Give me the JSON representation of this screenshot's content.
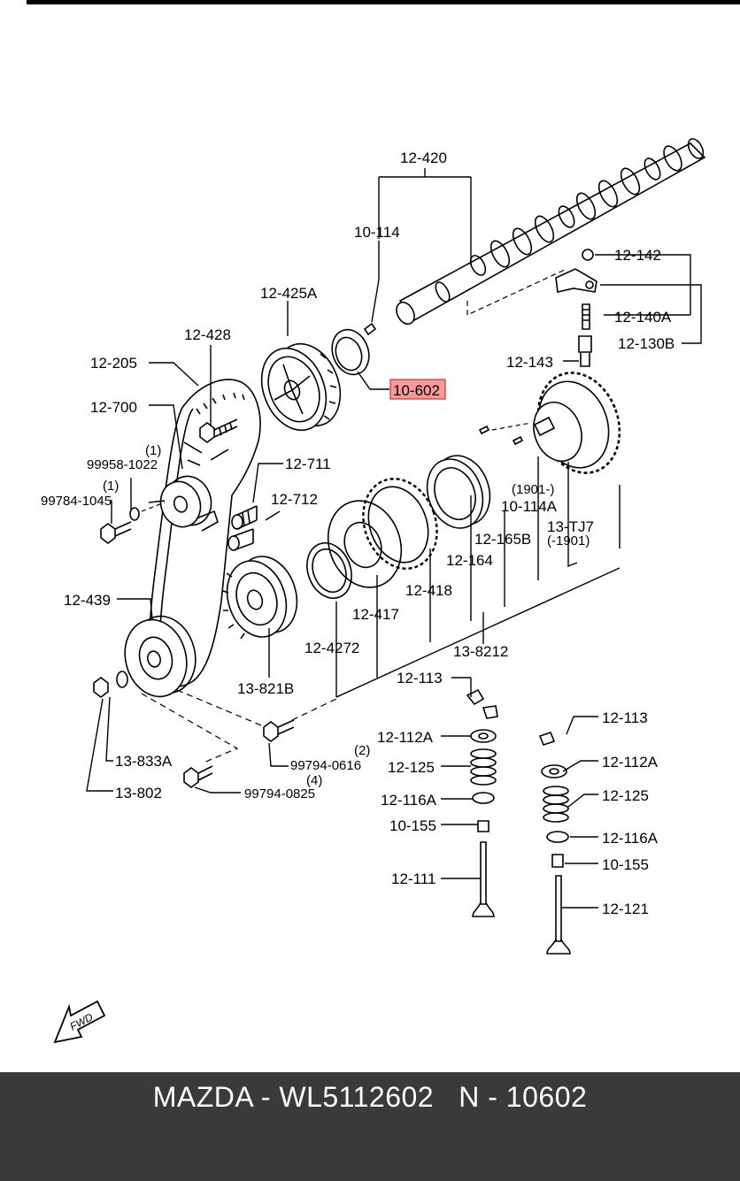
{
  "colors": {
    "highlight_fill": "#f59a9a",
    "highlight_stroke": "#d23030",
    "footer_bg": "#3a3a3a",
    "footer_text": "#ffffff"
  },
  "footer": {
    "title": "MAZDA - WL5112602   N - 10602"
  },
  "icons": {
    "fwd": "fwd-arrow-icon"
  },
  "fwd_label": "FWD",
  "labels": {
    "p12_420": "12-420",
    "p10_114": "10-114",
    "p12_142": "12-142",
    "p12_425a": "12-425A",
    "p12_140a": "12-140A",
    "p12_130b": "12-130B",
    "p12_428": "12-428",
    "p12_143": "12-143",
    "p12_205": "12-205",
    "p10_602": "10-602",
    "p12_700": "12-700",
    "n1a": "(1)",
    "p99958": "99958-1022",
    "p12_711": "12-711",
    "n1b": "(1)",
    "p99784": "99784-1045",
    "p1901a": "(1901-)",
    "p10_114a": "10-114A",
    "p12_712": "12-712",
    "p13_tj7": "13-TJ7",
    "p1901b": "(-1901)",
    "p12_165b": "12-165B",
    "p12_164": "12-164",
    "p12_439": "12-439",
    "p12_418": "12-418",
    "p12_417": "12-417",
    "p12_4272": "12-4272",
    "p13_8212": "13-8212",
    "p13_821b": "13-821B",
    "p12_113a": "12-113",
    "p12_113b": "12-113",
    "p12_112a_a": "12-112A",
    "n2": "(2)",
    "p99794_0616": "99794-0616",
    "p12_112a_b": "12-112A",
    "p13_833a": "13-833A",
    "p12_125a": "12-125",
    "n4": "(4)",
    "p12_125b": "12-125",
    "p13_802": "13-802",
    "p99794_0825": "99794-0825",
    "p12_116a_a": "12-116A",
    "p10_155a": "10-155",
    "p12_116a_b": "12-116A",
    "p10_155b": "10-155",
    "p12_111": "12-111",
    "p12_121": "12-121"
  }
}
